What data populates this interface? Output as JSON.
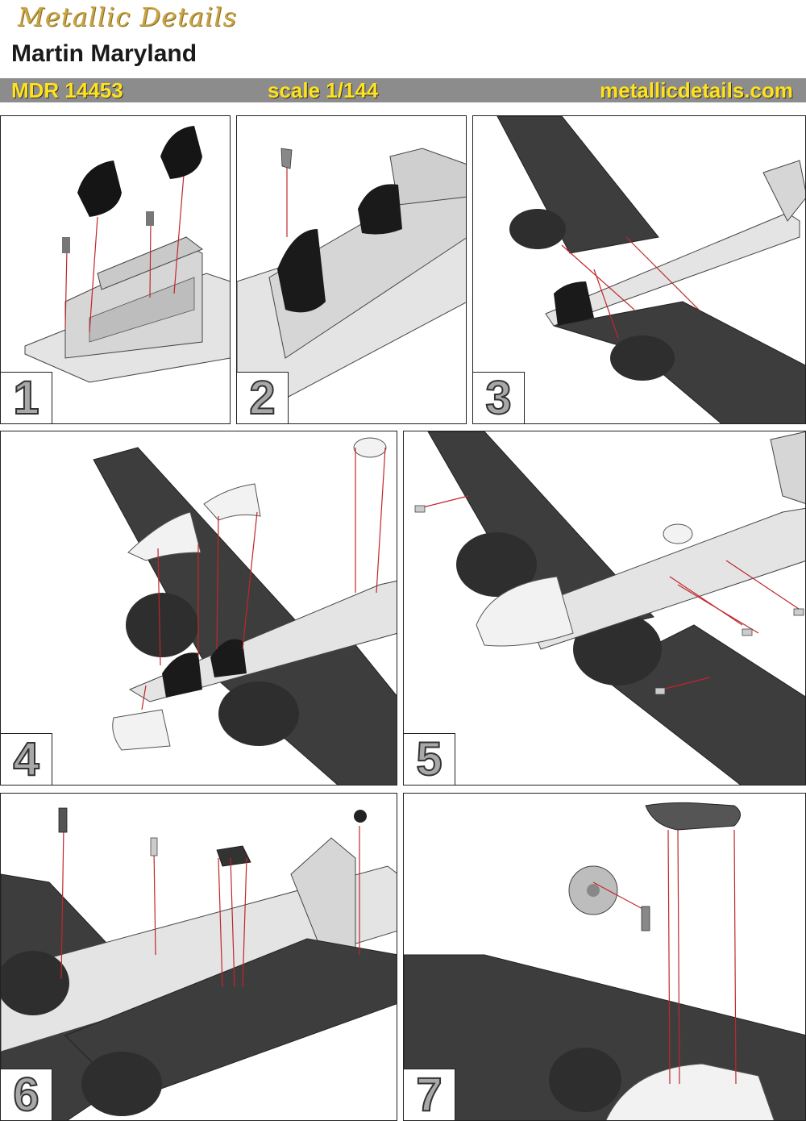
{
  "header": {
    "brand": "Metallic Details",
    "model_name": "Martin Maryland",
    "code": "MDR 14453",
    "scale": "scale 1/144",
    "website": "metallicdetails.com"
  },
  "steps": [
    {
      "number": "1"
    },
    {
      "number": "2"
    },
    {
      "number": "3"
    },
    {
      "number": "4"
    },
    {
      "number": "5"
    },
    {
      "number": "6"
    },
    {
      "number": "7"
    }
  ],
  "colors": {
    "brand_gold": "#c9a546",
    "banner_gray": "#8c8c8c",
    "banner_text": "#ffe21c",
    "guide_line": "#c0272d",
    "part_dark": "#3d3d3d",
    "part_light": "#e4e4e4"
  }
}
